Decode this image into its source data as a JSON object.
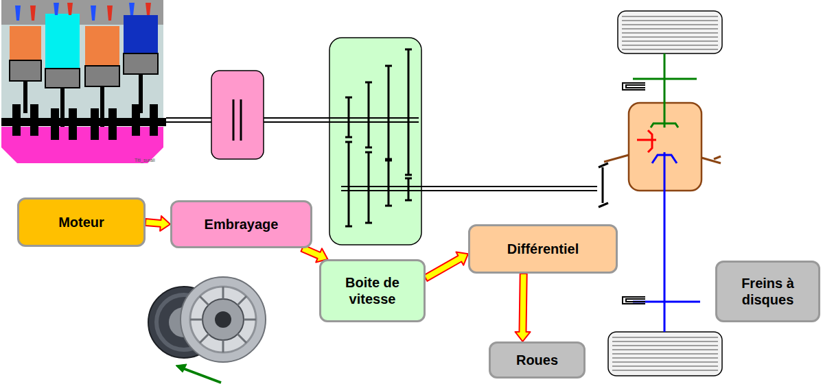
{
  "diagram": {
    "nodes": [
      {
        "text": [
          "Moteur"
        ]
      },
      {
        "text": [
          "Embrayage"
        ]
      },
      {
        "text": [
          "Boite de vitesse"
        ]
      },
      {
        "text": [
          "Différentiel"
        ]
      },
      {
        "text": [
          "Freins à disques"
        ]
      },
      {
        "text": [
          "Roues"
        ]
      }
    ],
    "edges": [
      {
        "from": 0,
        "to": 1,
        "arrow": "to"
      },
      {
        "from": 1,
        "to": 2,
        "arrow": "to"
      },
      {
        "from": 2,
        "to": 3,
        "arrow": "to"
      },
      {
        "from": 3,
        "to": 5,
        "arrow": "to"
      }
    ],
    "labels": [
      "Titi_surali"
    ]
  }
}
